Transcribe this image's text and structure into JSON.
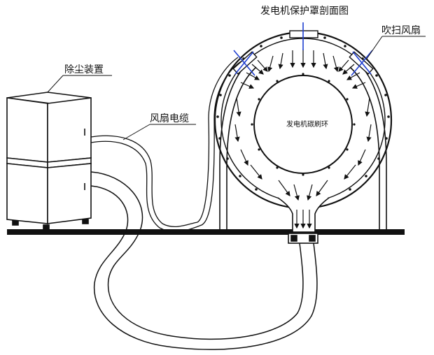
{
  "labels": {
    "protection_cover_section": "发电机保护罩剖面图",
    "blowing_fan": "吹扫风扇",
    "dust_removal_device": "除尘装置",
    "fan_cable": "风扇电缆",
    "carbon_brush_ring": "发电机碳刷环"
  },
  "colors": {
    "line": "#111111",
    "fan_marker": "#1f3fd0",
    "background": "#ffffff"
  }
}
